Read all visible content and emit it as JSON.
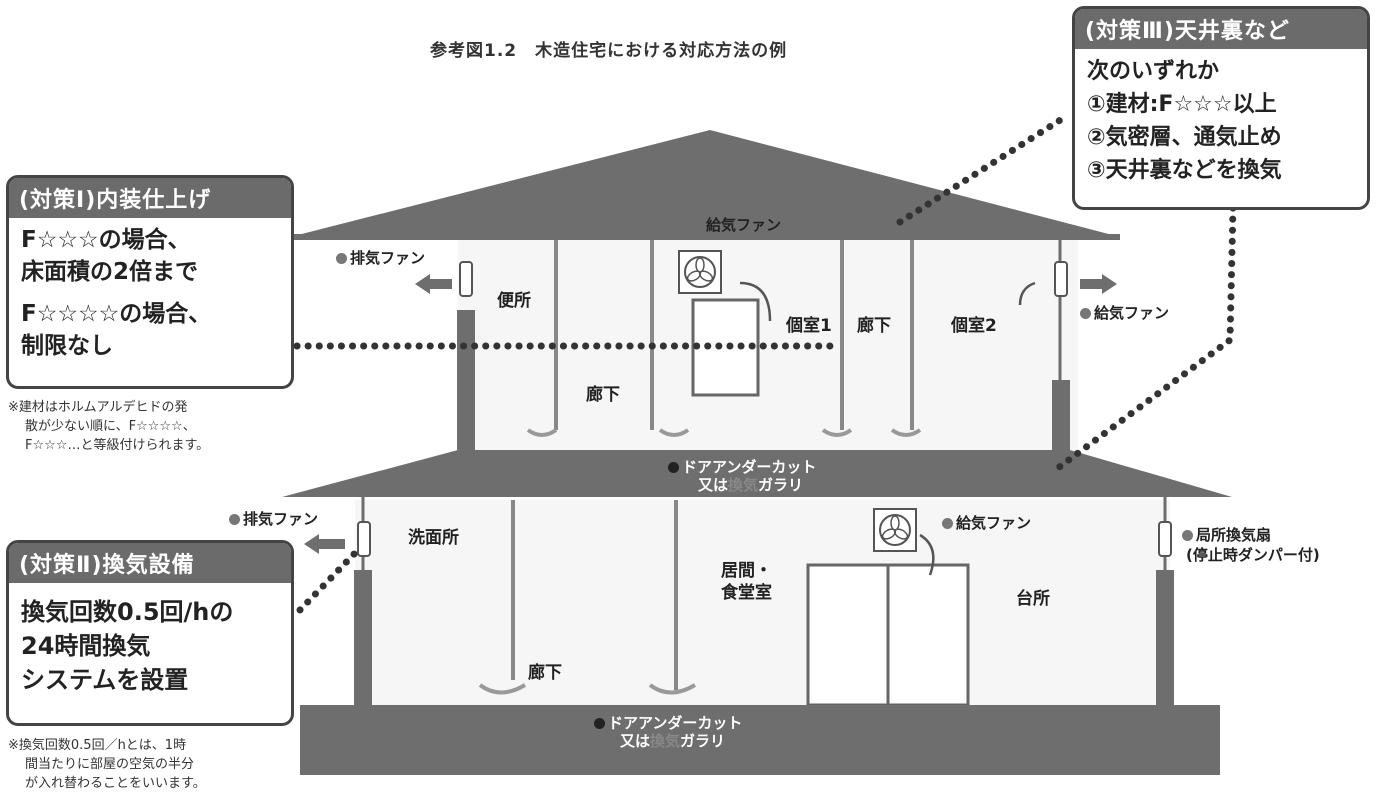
{
  "figure_title": "参考図1.2　木造住宅における対応方法の例",
  "callout_1": {
    "heading": "(対策Ⅰ)内装仕上げ",
    "lines": [
      "F☆☆☆の場合、",
      "床面積の2倍まで",
      "F☆☆☆☆の場合、",
      "制限なし"
    ]
  },
  "note_1": [
    "※建材はホルムアルデヒドの発",
    "散が少ない順に、F☆☆☆☆、",
    "F☆☆☆…と等級付けられます。"
  ],
  "callout_2": {
    "heading": "(対策Ⅱ)換気設備",
    "lines": [
      "換気回数0.5回/hの",
      "24時間換気",
      "システムを設置"
    ]
  },
  "note_2": [
    "※換気回数0.5回／hとは、1時",
    "間当たりに部屋の空気の半分",
    "が入れ替わることをいいます。"
  ],
  "callout_3": {
    "heading": "(対策Ⅲ)天井裏など",
    "lines": [
      "次のいずれか",
      "①建材:F☆☆☆以上",
      "②気密層、通気止め",
      "③天井裏などを換気"
    ]
  },
  "labels": {
    "supply_fan_roof": "給気ファン",
    "exhaust_fan_upper": "排気ファン",
    "toilet": "便所",
    "bedroom_1": "個室1",
    "corridor_upper_right": "廊下",
    "bedroom_2": "個室2",
    "supply_fan_upper_right": "給気ファン",
    "corridor_upper_mid": "廊下",
    "door_undercut_upper_1": "ドアアンダーカット",
    "door_undercut_upper_2_prefix": "又は",
    "door_undercut_upper_2_hl": "換気",
    "door_undercut_upper_2_suffix": "ガラリ",
    "exhaust_fan_lower": "排気ファン",
    "washroom": "洗面所",
    "living_1": "居間・",
    "living_2": "食堂室",
    "supply_fan_lower": "給気ファン",
    "kitchen": "台所",
    "local_fan_1": "局所換気扇",
    "local_fan_2": "(停止時ダンパー付)",
    "corridor_lower": "廊下",
    "door_undercut_lower_1": "ドアアンダーカット",
    "door_undercut_lower_2_prefix": "又は",
    "door_undercut_lower_2_hl": "換気",
    "door_undercut_lower_2_suffix": "ガラリ"
  },
  "colors": {
    "structure": "#6e6e6e",
    "callout_header": "#6b6b6b",
    "dots": "#333333"
  }
}
